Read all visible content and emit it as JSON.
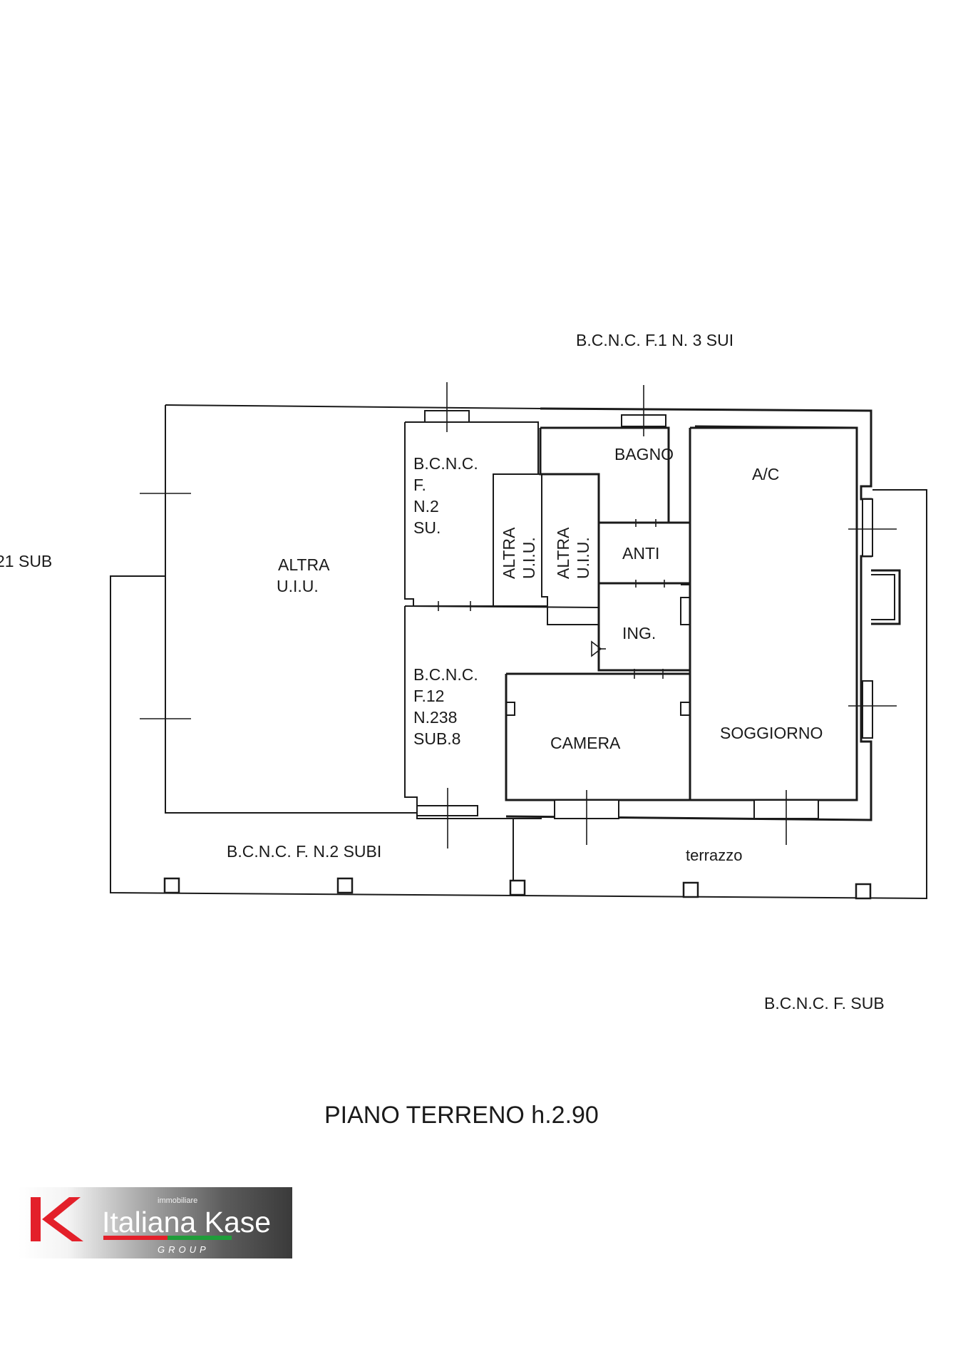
{
  "labels": {
    "top_bcnc": "B.C.N.C. F.1  N.  3 SUI",
    "left_edge": "21  SUB",
    "altra_big_1": "ALTRA",
    "altra_big_2": "U.I.U.",
    "bcnc_small_1": "B.C.N.C.",
    "bcnc_small_2": "F.",
    "bcnc_small_3": "N.2",
    "bcnc_small_4": "SU.",
    "altra_v1_1": "ALTRA",
    "altra_v1_2": "U.I.U.",
    "altra_v2_1": "ALTRA",
    "altra_v2_2": "U.I.U.",
    "bagno": "BAGNO",
    "anti": "ANTI",
    "ing": "ING.",
    "ac": "A/C",
    "soggiorno": "SOGGIORNO",
    "camera": "CAMERA",
    "bcnc_238_1": "B.C.N.C.",
    "bcnc_238_2": "F.12",
    "bcnc_238_3": "N.238",
    "bcnc_238_4": "SUB.8",
    "bottom_bcnc": "B.C.N.C. F.    N.2    SUBI",
    "terrazzo": "terrazzo",
    "right_bcnc": "B.C.N.C. F.          SUB",
    "floor_title": "PIANO TERRENO  h.2.90"
  },
  "logo": {
    "tagline": "immobiliare",
    "name": "Italiana Kase",
    "group": "GROUP",
    "accent_red": "#e3202a",
    "accent_green": "#1f9d3a"
  }
}
